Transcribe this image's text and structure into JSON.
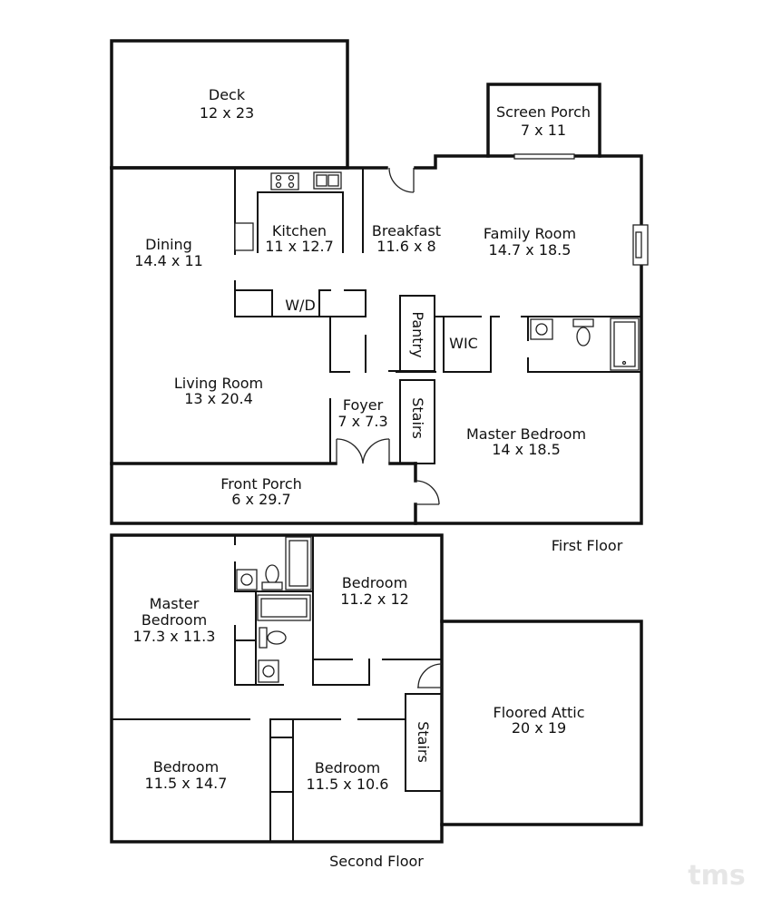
{
  "floors": [
    {
      "label": "First Floor",
      "rooms": [
        {
          "name": "Deck",
          "size": "12 x 23"
        },
        {
          "name": "Screen Porch",
          "size": "7 x 11"
        },
        {
          "name": "Dining",
          "size": "14.4 x 11"
        },
        {
          "name": "Kitchen",
          "size": "11 x 12.7"
        },
        {
          "name": "Breakfast",
          "size": "11.6 x 8"
        },
        {
          "name": "Family Room",
          "size": "14.7 x 18.5"
        },
        {
          "name": "W/D"
        },
        {
          "name": "Pantry"
        },
        {
          "name": "WIC"
        },
        {
          "name": "Living Room",
          "size": "13 x 20.4"
        },
        {
          "name": "Foyer",
          "size": "7 x 7.3"
        },
        {
          "name": "Stairs"
        },
        {
          "name": "Master Bedroom",
          "size": "14 x 18.5"
        },
        {
          "name": "Front Porch",
          "size": "6 x 29.7"
        }
      ]
    },
    {
      "label": "Second Floor",
      "rooms": [
        {
          "name": "Master",
          "name2": "Bedroom",
          "size": "17.3 x 11.3"
        },
        {
          "name": "Bedroom",
          "size": "11.2 x 12"
        },
        {
          "name": "Floored Attic",
          "size": "20 x 19"
        },
        {
          "name": "Stairs"
        },
        {
          "name": "Bedroom",
          "size": "11.5 x 14.7"
        },
        {
          "name": "Bedroom",
          "size": "11.5 x 10.6"
        }
      ]
    }
  ],
  "watermark": "tms"
}
